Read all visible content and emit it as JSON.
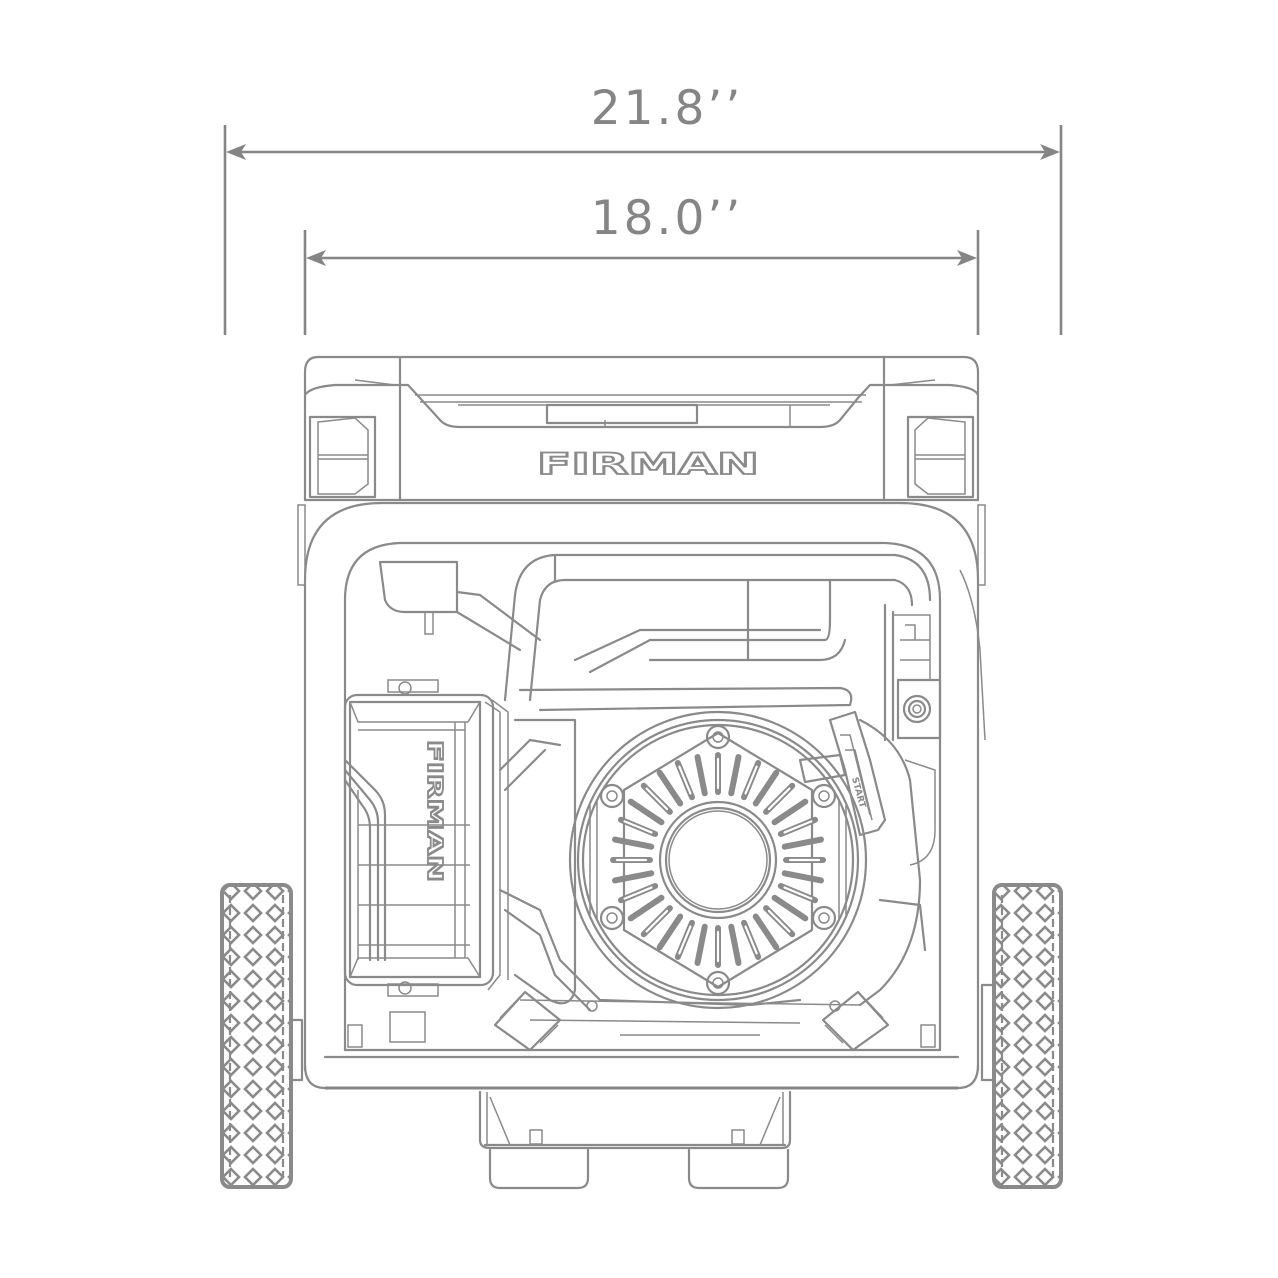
{
  "diagram": {
    "subject": "Portable generator front view line drawing",
    "brand_logo_front": "FIRMAN",
    "brand_logo_side_panel": "FIRMAN",
    "start_label": "START",
    "line_color": "#8a8a8a",
    "background_color": "#ffffff"
  },
  "dimensions": {
    "overall_width": {
      "label": "21.8’’",
      "value": 21.8,
      "unit": "in",
      "span": "wheel to wheel"
    },
    "frame_width": {
      "label": "18.0’’",
      "value": 18.0,
      "unit": "in",
      "span": "frame"
    }
  }
}
